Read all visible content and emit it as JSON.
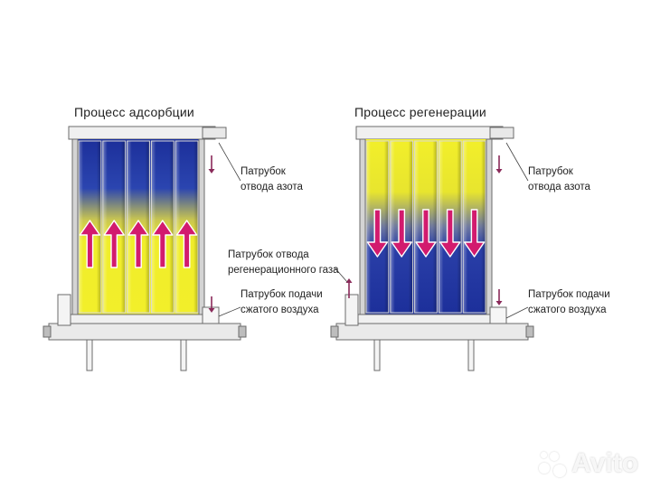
{
  "left": {
    "title": "Процесс адсорбции",
    "label_top_1": "Патрубок",
    "label_top_2": "отвода азота",
    "label_bottom_1": "Патрубок подачи",
    "label_bottom_2": "сжатого воздуха",
    "flow_direction": "up"
  },
  "right": {
    "title": "Процесс регенерации",
    "label_top_1": "Патрубок",
    "label_top_2": "отвода азота",
    "label_mid_1": "Патрубок отвода",
    "label_mid_2": "регенерационного газа",
    "label_bottom_1": "Патрубок подачи",
    "label_bottom_2": "сжатого воздуха",
    "flow_direction": "down"
  },
  "watermark": {
    "text": "Avito"
  },
  "colors": {
    "blue": "#1c2f9a",
    "yellow": "#f2ef2a",
    "arrow": "#d21b6e",
    "small_arrow": "#8a2a5a",
    "frame": "#6b6b6b"
  },
  "icons": [
    "flow-arrow-icon",
    "small-arrow-icon",
    "avito-logo-icon"
  ]
}
